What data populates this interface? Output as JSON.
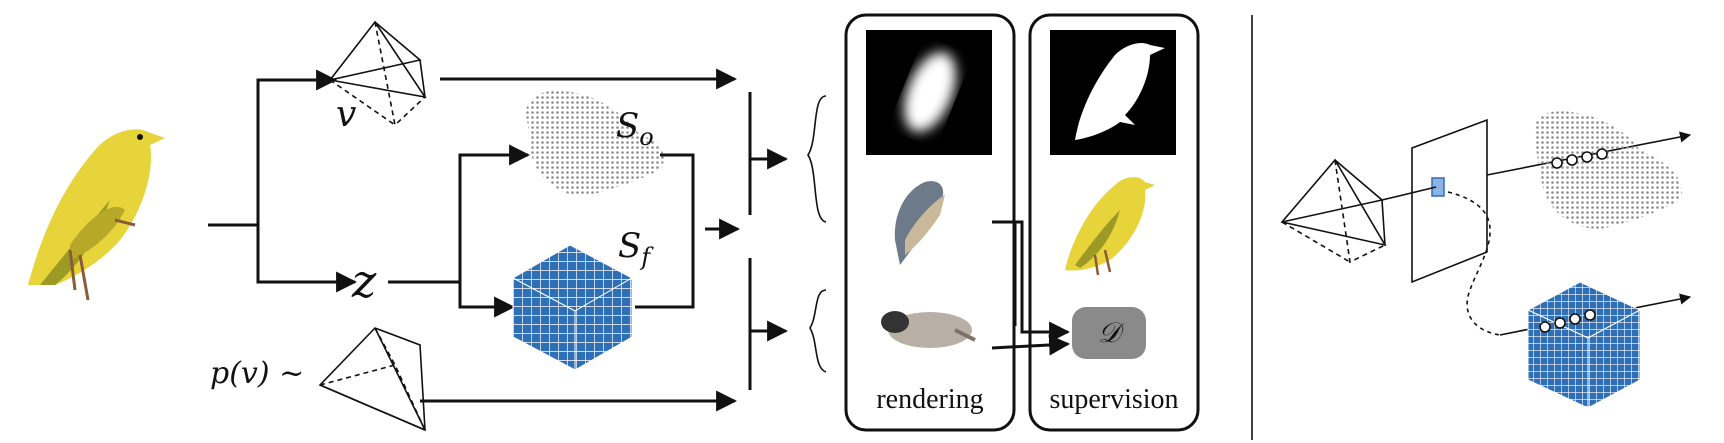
{
  "labels": {
    "v": "v",
    "z": "z",
    "s_o": "S",
    "s_o_sub": "o",
    "s_f": "S",
    "s_f_sub": "f",
    "prior": "p(v) ~",
    "discriminator": "𝒟",
    "rendering": "rendering",
    "supervision": "supervision"
  },
  "colors": {
    "line": "#111111",
    "bird_yellow": "#e6d43a",
    "bird_olive": "#8a8a20",
    "voxel_blue": "#2f6fb6",
    "voxel_grid": "#ffffff",
    "point_gray": "#8c8c8c",
    "disc_gray": "#8a8a8a",
    "mask_bg": "#000000"
  },
  "icons": [
    "bird-photo",
    "camera-frustum-icon",
    "point-cloud",
    "voxel-cube",
    "discriminator-box"
  ]
}
